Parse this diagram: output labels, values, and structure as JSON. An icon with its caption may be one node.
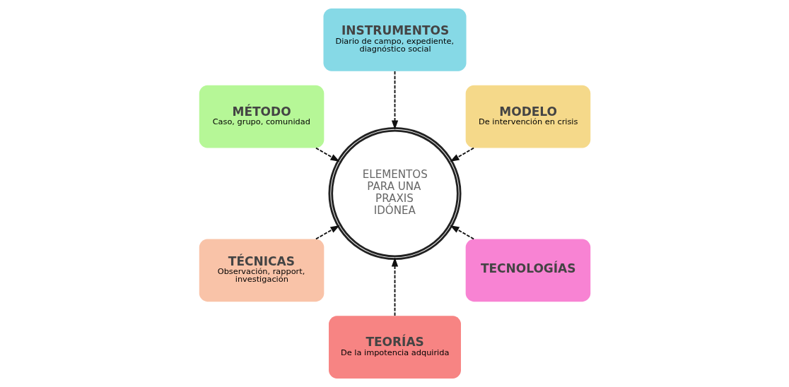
{
  "diagram": {
    "nodes": [
      {
        "text": [
          "MODELO",
          "De intervención en crisis"
        ]
      },
      {
        "text": [
          "INSTRUMENTOS",
          "Diario de campo, expediente, diagnóstico social"
        ]
      },
      {
        "text": [
          "MÉTODO",
          "Caso, grupo, comunidad"
        ]
      },
      {
        "text": [
          "TÉCNICAS",
          "Observación, rapport, investigación"
        ]
      },
      {
        "text": [
          "ELEMENTOS PARA UNA PRAXIS IDÓNEA"
        ]
      },
      {
        "text": [
          "TEORÍAS",
          "De la impotencia adquirida"
        ]
      },
      {
        "text": [
          "TECNOLOGÍAS"
        ]
      }
    ],
    "edges": [
      {
        "from": 0,
        "to": 4,
        "arrow": "to",
        "style": "dashed"
      },
      {
        "from": 1,
        "to": 4,
        "arrow": "to",
        "style": "dashed"
      },
      {
        "from": 2,
        "to": 4,
        "arrow": "to",
        "style": "dashed"
      },
      {
        "from": 3,
        "to": 4,
        "arrow": "to",
        "style": "dashed"
      },
      {
        "from": 5,
        "to": 4,
        "arrow": "to",
        "style": "dashed"
      },
      {
        "from": 6,
        "to": 4,
        "arrow": "to",
        "style": "dashed"
      }
    ]
  }
}
